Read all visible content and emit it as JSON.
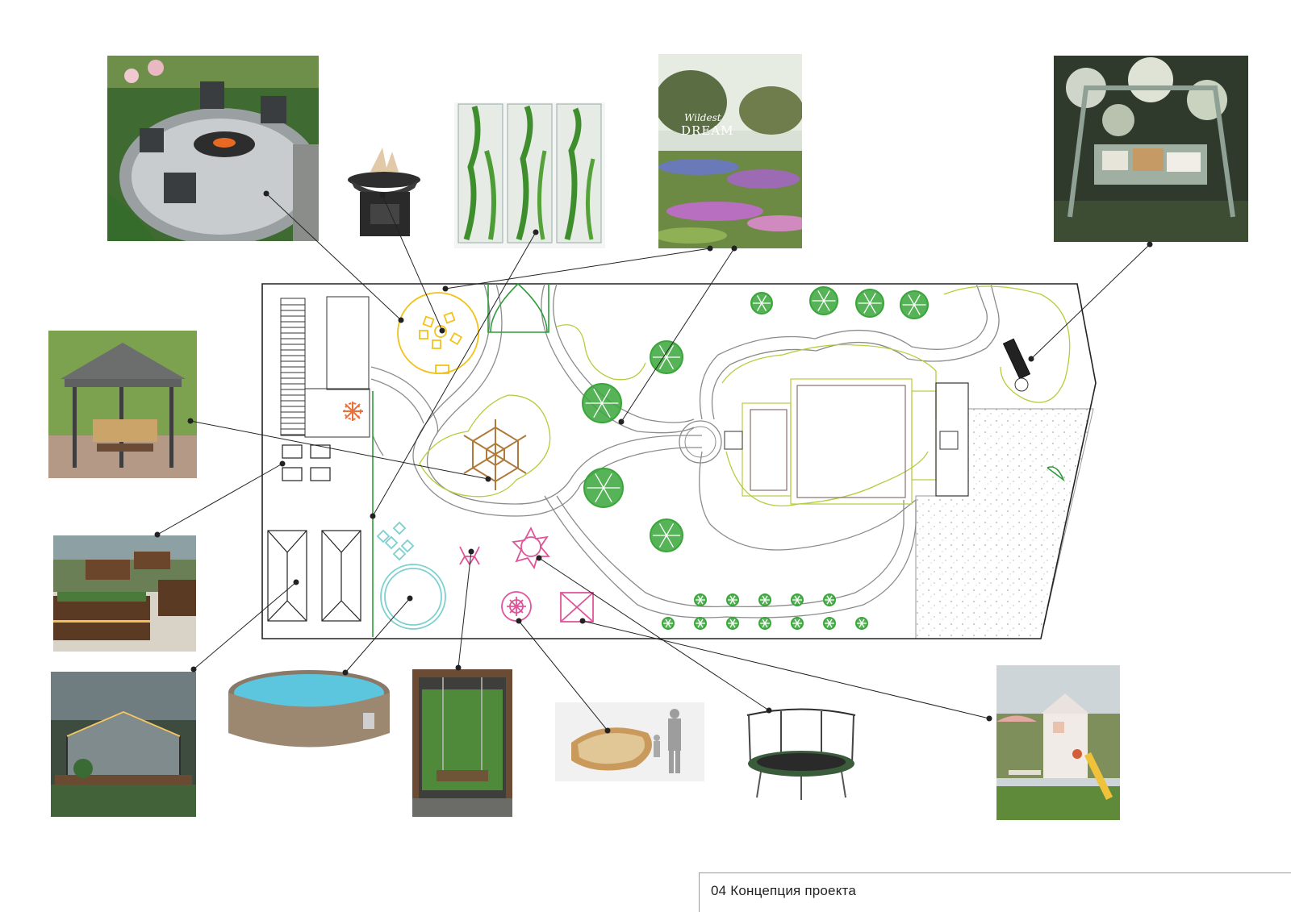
{
  "title_block": {
    "label": "04 Концепция проекта"
  },
  "photo_texts": {
    "magazine_title_1": "Wildest",
    "magazine_title_2": "DREAM"
  },
  "colors": {
    "plan_outline": "#222222",
    "path_gray": "#8c8c8c",
    "firepit_yellow": "#f2c21a",
    "lawn_yellow_green": "#b7cc3c",
    "tree_green": "#3aa63a",
    "pergola_brown": "#b07a3a",
    "fence_green": "#2e9c3c",
    "pool_cyan": "#7fd0d0",
    "play_pink": "#e0559a",
    "shrub_orange": "#e8703a",
    "gravel_gray": "#bdbdbd"
  }
}
